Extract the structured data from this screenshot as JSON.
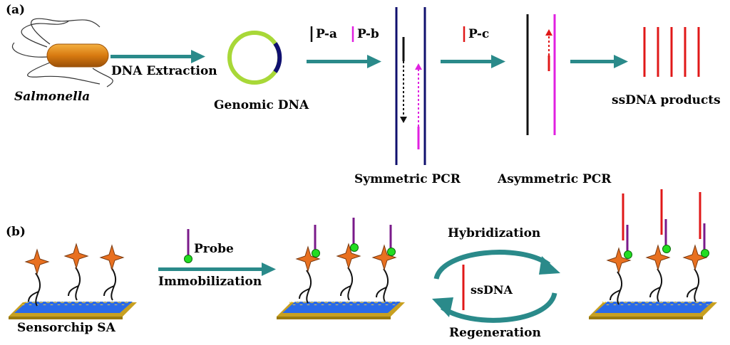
{
  "panel_a": {
    "tag": "(a)",
    "organism": "Salmonella",
    "step_extract": "DNA Extraction",
    "genomic": "Genomic DNA",
    "primer_a": "P-a",
    "primer_b": "P-b",
    "primer_c": "P-c",
    "symmetric": "Symmetric PCR",
    "asymmetric": "Asymmetric PCR",
    "products": "ssDNA products"
  },
  "panel_b": {
    "tag": "(b)",
    "probe": "Probe",
    "immobilization": "Immobilization",
    "hybridization": "Hybridization",
    "regeneration": "Regeneration",
    "ssdna": "ssDNA",
    "chip": "Sensorchip SA"
  },
  "colors": {
    "arrow": "#2a8a8a",
    "strand_blue": "#10106e",
    "primer_magenta": "#e020e0",
    "primer_red": "#e01818",
    "probe_purple": "#7a1a8a",
    "streptavidin": "#e87020",
    "biotin": "#22dd22",
    "chip_blue": "#2a6ae8",
    "chip_gold": "#c8a020",
    "ring_green": "#a8d838",
    "ring_navy": "#101070",
    "bacterium": "#d87a10"
  }
}
